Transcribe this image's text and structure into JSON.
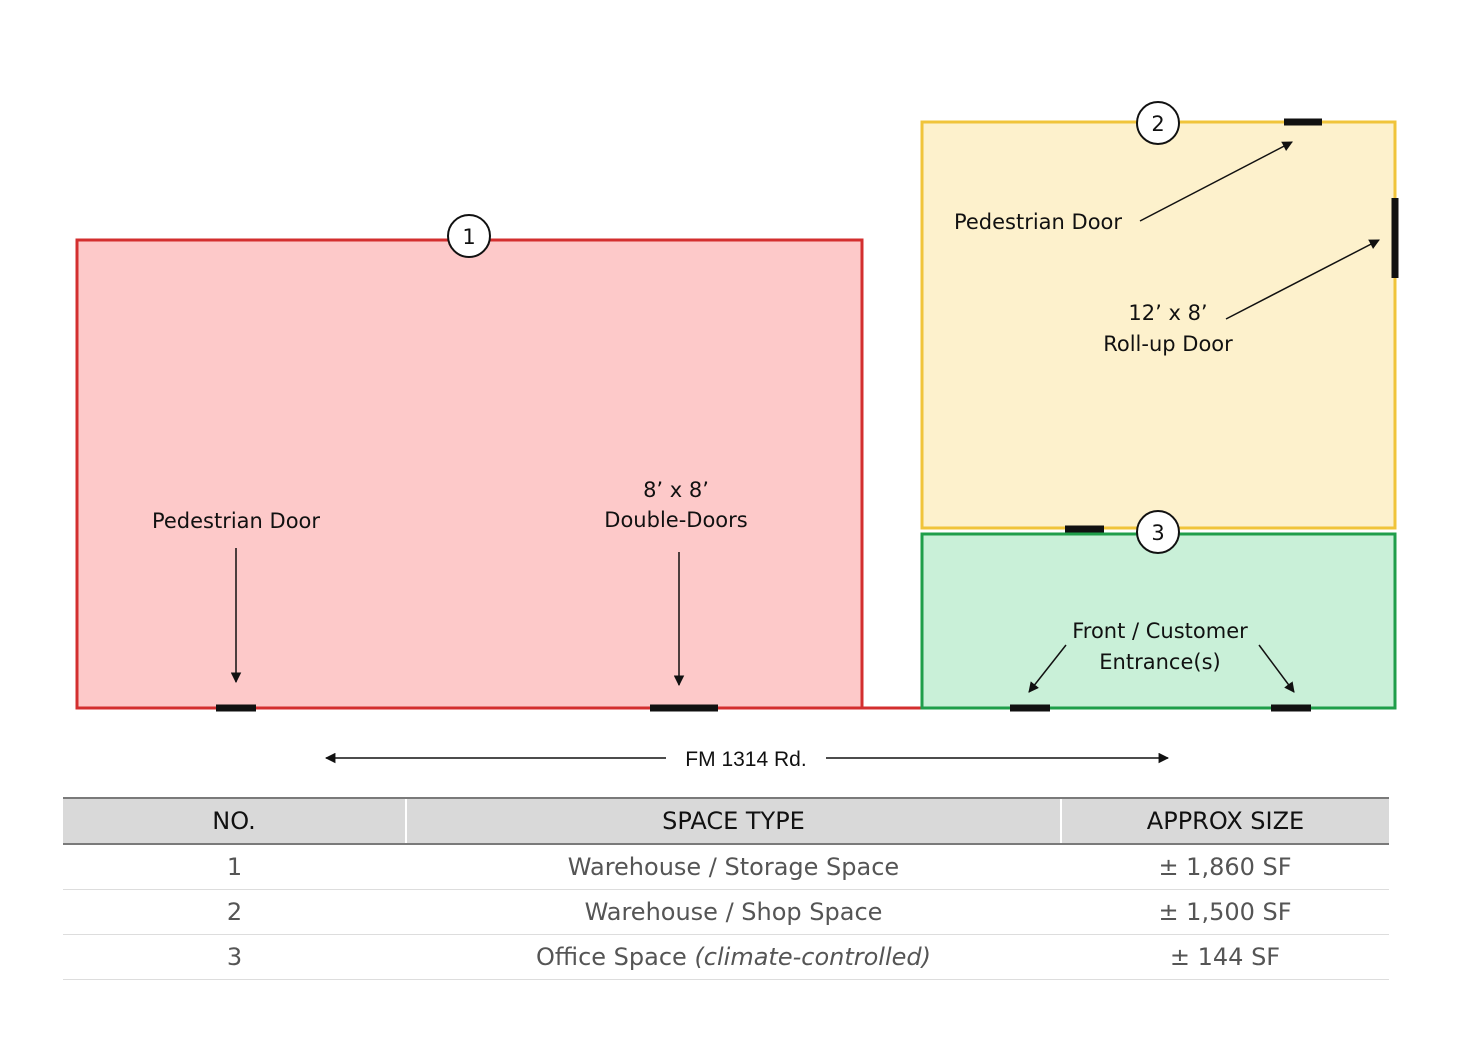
{
  "colors": {
    "space_1_fill": "#fdc9c9",
    "space_1_stroke": "#d32f2f",
    "space_2_fill": "#fdf1cc",
    "space_2_stroke": "#f0c43a",
    "space_3_fill": "#c9f0d8",
    "space_3_stroke": "#1f9e4a",
    "header_bg": "#d9d9d9"
  },
  "plan": {
    "markers": [
      "1",
      "2",
      "3"
    ],
    "space_1": {
      "pedestrian_door": "Pedestrian Door",
      "double_doors_size": "8’ x 8’",
      "double_doors_label": "Double-Doors"
    },
    "space_2": {
      "pedestrian_door": "Pedestrian Door",
      "rollup_size": "12’ x 8’",
      "rollup_label": "Roll-up Door"
    },
    "space_3": {
      "entrance_line1": "Front / Customer",
      "entrance_line2": "Entrance(s)"
    },
    "road": "FM 1314 Rd."
  },
  "table": {
    "headers": [
      "NO.",
      "SPACE TYPE",
      "APPROX SIZE"
    ],
    "rows": [
      {
        "no": "1",
        "type": "Warehouse / Storage Space",
        "type_note": "",
        "size": "± 1,860 SF"
      },
      {
        "no": "2",
        "type": "Warehouse / Shop Space",
        "type_note": "",
        "size": "± 1,500 SF"
      },
      {
        "no": "3",
        "type": "Office Space",
        "type_note": "(climate-controlled)",
        "size": "± 144 SF"
      }
    ]
  }
}
